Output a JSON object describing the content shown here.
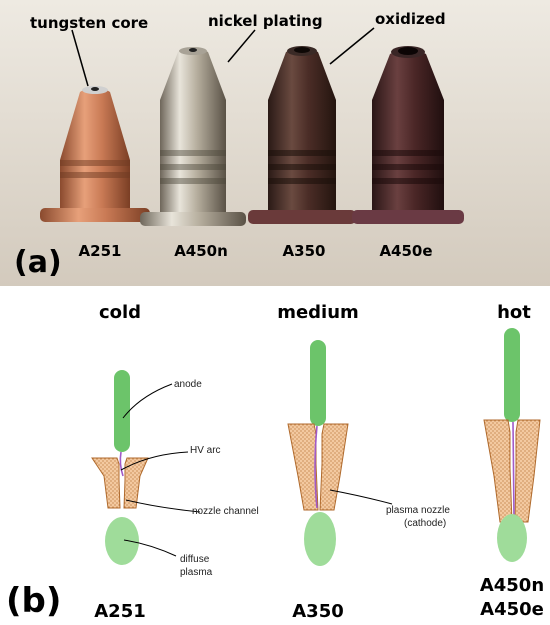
{
  "panel_a": {
    "label": "(a)",
    "callouts": {
      "tungsten_core": "tungsten core",
      "nickel_plating": "nickel plating",
      "oxidized": "oxidized"
    },
    "nozzle_names": [
      "A251",
      "A450n",
      "A350",
      "A450e"
    ]
  },
  "panel_b": {
    "label": "(b)",
    "temps": {
      "cold": "cold",
      "medium": "medium",
      "hot": "hot"
    },
    "annotations": {
      "anode": "anode",
      "hv_arc": "HV arc",
      "nozzle_channel": "nozzle channel",
      "diffuse_plasma_1": "diffuse",
      "diffuse_plasma_2": "plasma",
      "plasma_nozzle_1": "plasma nozzle",
      "plasma_nozzle_2": "(cathode)"
    },
    "bottom_labels": {
      "cold": "A251",
      "medium": "A350",
      "hot_1": "A450n",
      "hot_2": "A450e"
    }
  },
  "colors": {
    "copper": "#c97a55",
    "nickel": "#b8b0a0",
    "oxidized": "#4a2c26",
    "anode_green": "#6cc46a",
    "plasma_green": "#9fdc9a",
    "nozzle_fill": "#f3c9a0",
    "nozzle_stroke": "#b06a2c",
    "arc_purple": "#a05ac8"
  }
}
